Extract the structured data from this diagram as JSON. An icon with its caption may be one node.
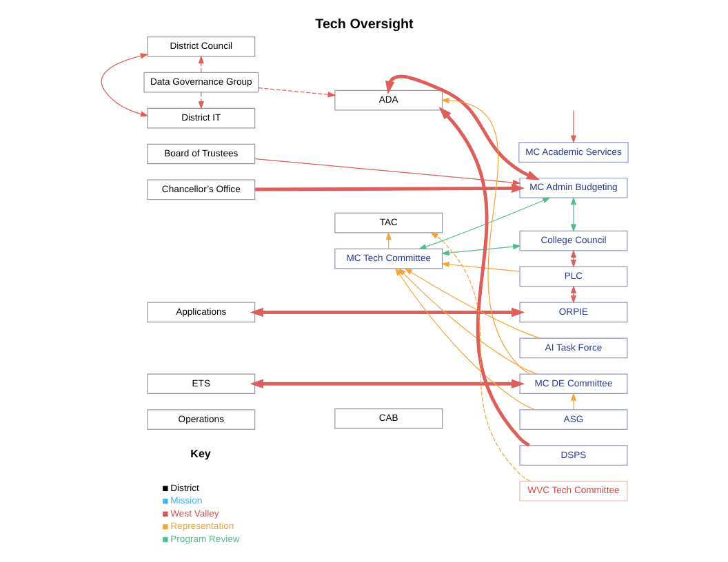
{
  "diagram": {
    "title": "Tech Oversight",
    "nodes": [
      {
        "text": [
          "Board of Trustees"
        ]
      },
      {
        "text": [
          "Chancellor’s Office"
        ]
      },
      {
        "text": [
          "District Council"
        ]
      },
      {
        "text": [
          "Data Governance Group"
        ]
      },
      {
        "text": [
          "District IT"
        ]
      },
      {
        "text": [
          "Operations"
        ]
      },
      {
        "text": [
          "Applications"
        ]
      },
      {
        "text": [
          "ETS"
        ]
      },
      {
        "text": [
          "MC Tech Committee"
        ]
      },
      {
        "text": [
          "ADA"
        ]
      },
      {
        "text": [
          "CAB"
        ]
      },
      {
        "text": [
          "TAC"
        ]
      },
      {
        "text": [
          "MC Academic Services"
        ]
      },
      {
        "text": [
          "MC Admin Budgeting"
        ]
      },
      {
        "text": [
          "College Council"
        ]
      },
      {
        "text": [
          "PLC"
        ]
      },
      {
        "text": [
          "ORPIE"
        ]
      },
      {
        "text": [
          "AI Task Force"
        ]
      },
      {
        "text": [
          "MC DE Committee"
        ]
      },
      {
        "text": [
          "ASG"
        ]
      },
      {
        "text": [
          "DSPS"
        ]
      },
      {
        "text": [
          "WVC Tech Committee"
        ]
      }
    ],
    "edges": [
      {
        "from": 0,
        "to": 13,
        "arrow": "to"
      },
      {
        "from": 1,
        "to": 13,
        "arrow": "to",
        "style": "thick"
      },
      {
        "from": null,
        "to": 12,
        "arrow": "to"
      },
      {
        "from": 2,
        "to": 4,
        "arrow": "both"
      },
      {
        "from": 3,
        "to": 2,
        "arrow": "to",
        "style": "dashed"
      },
      {
        "from": 3,
        "to": 4,
        "arrow": "to",
        "style": "dashed"
      },
      {
        "from": 3,
        "to": 9,
        "arrow": "to",
        "style": "dashed"
      },
      {
        "from": 9,
        "to": 13,
        "arrow": "both",
        "style": "thick"
      },
      {
        "from": 6,
        "to": 16,
        "arrow": "both",
        "style": "thick"
      },
      {
        "from": 7,
        "to": 18,
        "arrow": "both",
        "style": "thick"
      },
      {
        "from": 20,
        "to": 9,
        "arrow": "to",
        "style": "thick"
      },
      {
        "from": 13,
        "to": 14,
        "arrow": "both",
        "color": "#57bb8a"
      },
      {
        "from": 8,
        "to": 13,
        "arrow": "both",
        "color": "#57bb8a"
      },
      {
        "from": 8,
        "to": 14,
        "arrow": "both",
        "color": "#57bb8a"
      },
      {
        "from": 14,
        "to": 15,
        "arrow": "both"
      },
      {
        "from": 15,
        "to": 16,
        "arrow": "both"
      },
      {
        "from": 15,
        "to": 8,
        "arrow": "to",
        "color": "#f6a53a"
      },
      {
        "from": 17,
        "to": 8,
        "arrow": "to",
        "color": "#f6a53a"
      },
      {
        "from": 18,
        "to": 8,
        "arrow": "to",
        "color": "#f6a53a"
      },
      {
        "from": 19,
        "to": 8,
        "arrow": "to",
        "color": "#f6a53a"
      },
      {
        "from": 8,
        "to": 11,
        "arrow": "to",
        "color": "#f6a53a"
      },
      {
        "from": 18,
        "to": 9,
        "arrow": "to",
        "color": "#f6a53a"
      },
      {
        "from": 19,
        "to": 18,
        "arrow": "to",
        "color": "#f6a53a"
      },
      {
        "from": 21,
        "to": 11,
        "arrow": "to",
        "style": "dashed",
        "color": "#f6a53a"
      }
    ],
    "labels": [
      "Key"
    ],
    "legend": [
      {
        "text": "District",
        "color": "#000000"
      },
      {
        "text": "Mission",
        "color": "#45b3e0"
      },
      {
        "text": "West Valley",
        "color": "#d9534f"
      },
      {
        "text": "Representation",
        "color": "#f6a53a"
      },
      {
        "text": "Program Review",
        "color": "#57bb8a"
      }
    ]
  }
}
